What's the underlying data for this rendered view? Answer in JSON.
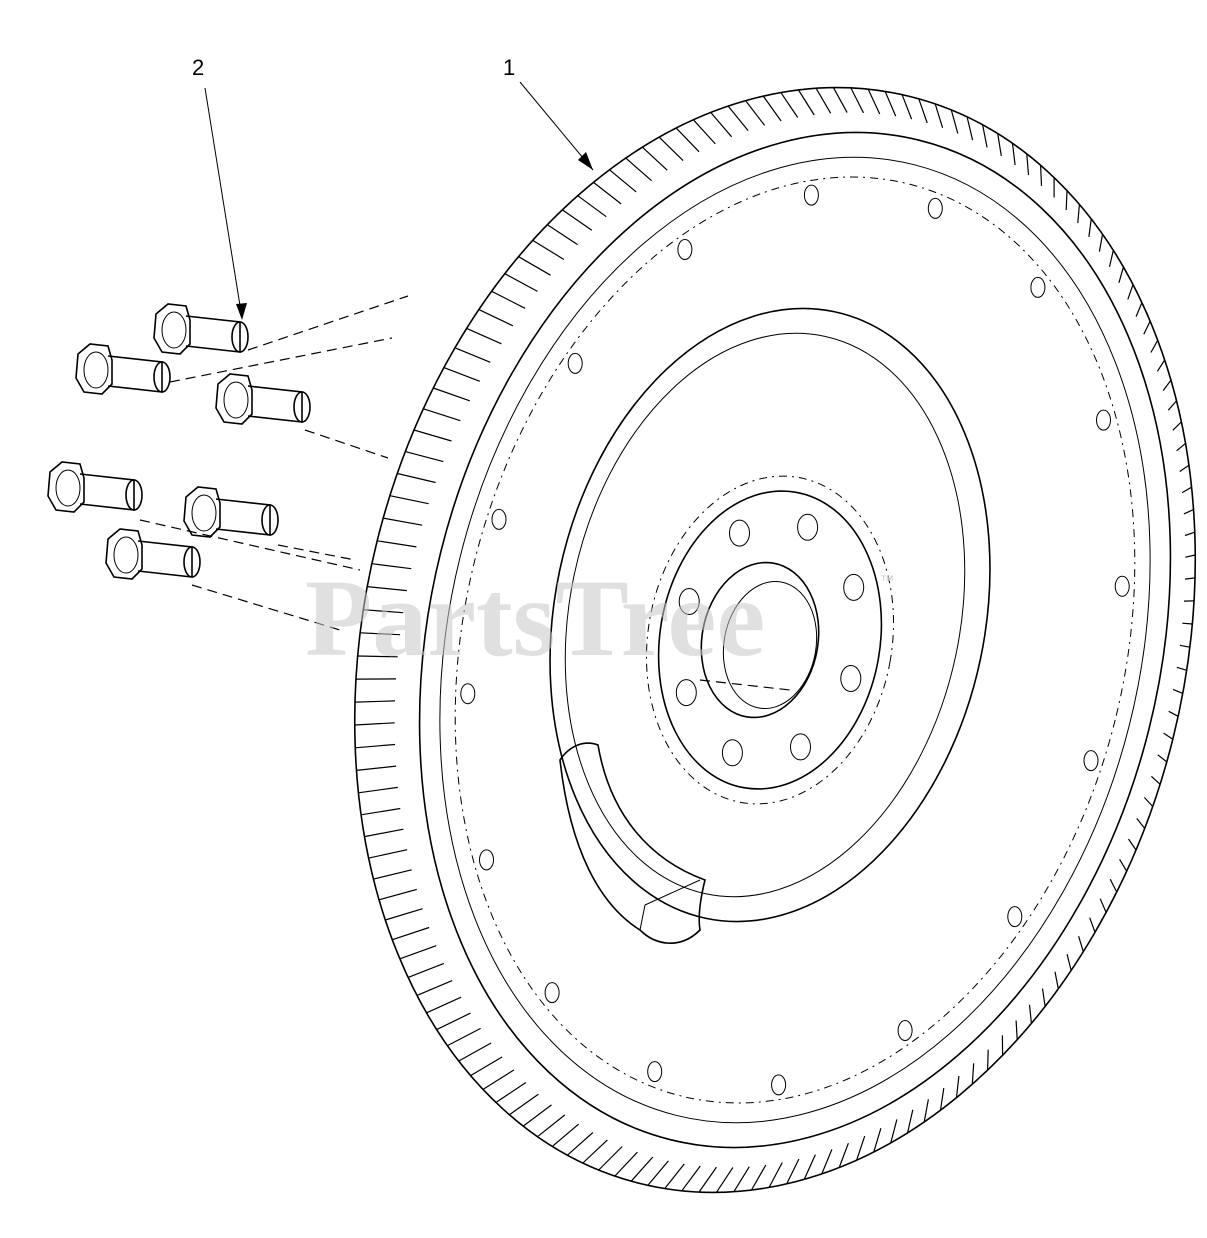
{
  "diagram": {
    "callouts": [
      {
        "id": "1",
        "label": "1"
      },
      {
        "id": "2",
        "label": "2"
      }
    ],
    "watermark": {
      "text": "PartsTree",
      "mark": "™"
    }
  }
}
